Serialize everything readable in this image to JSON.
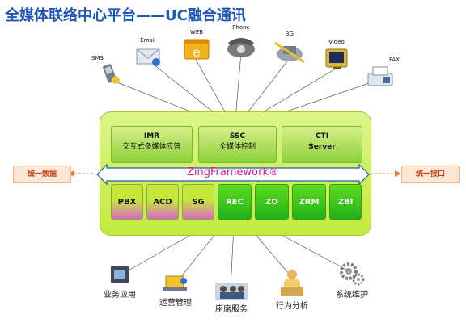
{
  "title": "全媒体联络中心平台——UC融合通讯",
  "channels": [
    {
      "label": "SMS",
      "icon": "sms-phone-icon"
    },
    {
      "label": "Email",
      "icon": "email-envelope-icon"
    },
    {
      "label": "WEB",
      "icon": "web-browser-icon"
    },
    {
      "label": "Phone",
      "icon": "telephone-icon"
    },
    {
      "label": "3G",
      "icon": "3g-network-icon"
    },
    {
      "label": "Video",
      "icon": "video-tv-icon"
    },
    {
      "label": "FAX",
      "icon": "fax-machine-icon"
    }
  ],
  "top_modules": [
    {
      "title": "IMR",
      "subtitle": "交互式多媒体应答"
    },
    {
      "title": "SSC",
      "subtitle": "全媒体控制"
    },
    {
      "title": "CTI",
      "subtitle": "Server"
    }
  ],
  "framework_label": "ZingFramework®",
  "bottom_modules": [
    "PBX",
    "ACD",
    "SG",
    "REC",
    "ZO",
    "ZRM",
    "ZBI"
  ],
  "left_side": "统一数据",
  "right_side": "统一接口",
  "functions": [
    {
      "label": "业务应用",
      "icon": "business-app-icon"
    },
    {
      "label": "运营管理",
      "icon": "operations-icon"
    },
    {
      "label": "座席服务",
      "icon": "agent-service-icon"
    },
    {
      "label": "行为分析",
      "icon": "behavior-analysis-icon"
    },
    {
      "label": "系统维护",
      "icon": "maintenance-gears-icon"
    }
  ],
  "colors": {
    "title": "#1f55b8",
    "platform": "#c2ea3c",
    "framework_text": "#e0188e",
    "side_box": "#fde7d4"
  }
}
